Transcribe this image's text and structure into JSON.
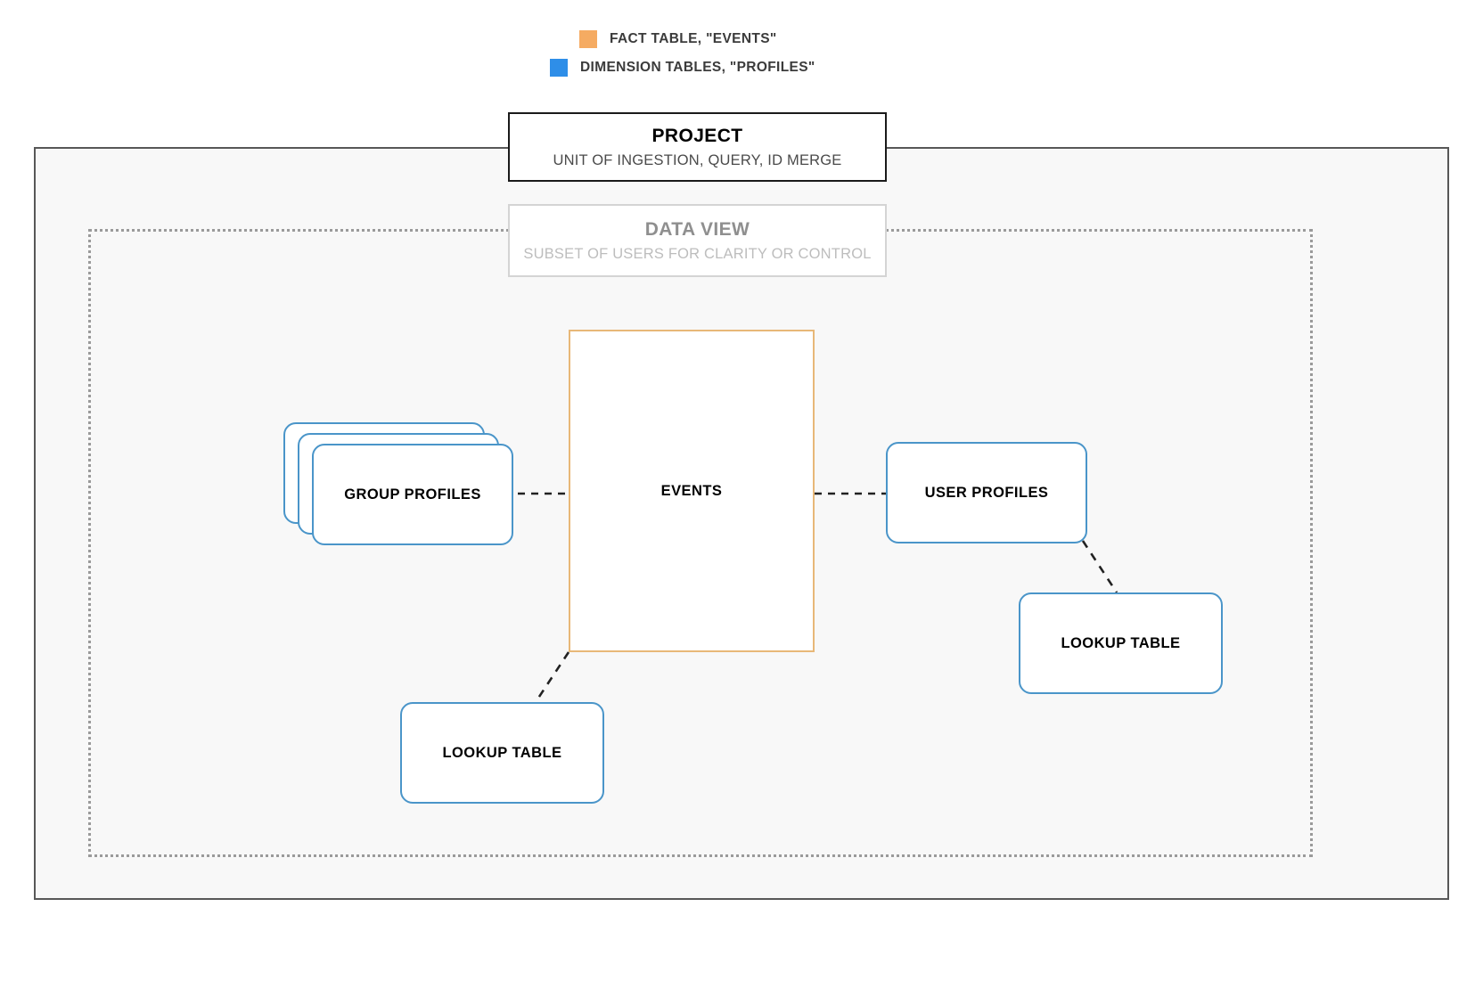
{
  "legend": {
    "items": [
      {
        "swatch_color": "#f5ab62",
        "label": "FACT TABLE, \"EVENTS\"",
        "icon": "square-swatch-icon"
      },
      {
        "swatch_color": "#2e8ee8",
        "label": "DIMENSION TABLES, \"PROFILES\"",
        "icon": "square-swatch-icon"
      }
    ]
  },
  "containers": {
    "project": {
      "title": "PROJECT",
      "subtitle": "UNIT OF INGESTION, QUERY, ID MERGE",
      "border_color": "#1a1a1a",
      "fill_color": "#f8f8f8"
    },
    "data_view": {
      "title": "DATA VIEW",
      "subtitle": "SUBSET OF USERS FOR CLARITY OR CONTROL",
      "border_color": "#d4d4d4",
      "border_style": "dotted"
    }
  },
  "nodes": {
    "events": {
      "label": "EVENTS",
      "type": "fact-table",
      "border_color": "#e8b878"
    },
    "group_profiles": {
      "label": "GROUP PROFILES",
      "type": "dimension-table-stack",
      "stack_count": 3,
      "border_color": "#4a95c9"
    },
    "user_profiles": {
      "label": "USER PROFILES",
      "type": "dimension-table",
      "border_color": "#4a95c9"
    },
    "lookup_table_left": {
      "label": "LOOKUP TABLE",
      "type": "dimension-table",
      "border_color": "#4a95c9"
    },
    "lookup_table_right": {
      "label": "LOOKUP TABLE",
      "type": "dimension-table",
      "border_color": "#4a95c9"
    }
  },
  "connectors": [
    {
      "name": "group-profiles-to-events",
      "style": "dashed",
      "color": "#222222"
    },
    {
      "name": "events-to-user-profiles",
      "style": "dashed",
      "color": "#222222"
    },
    {
      "name": "events-to-lookup-table-left",
      "style": "dashed",
      "color": "#222222"
    },
    {
      "name": "user-profiles-to-lookup-table-right",
      "style": "dashed",
      "color": "#222222"
    }
  ]
}
